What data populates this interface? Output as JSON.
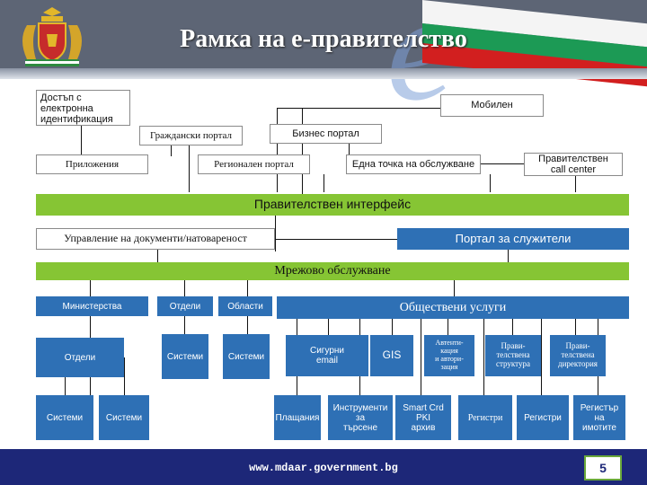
{
  "header": {
    "title": "Рамка на е-правителство",
    "flag_colors": [
      "#f4f4f4",
      "#1c9a55",
      "#d21f1f"
    ],
    "logo_letter": "e"
  },
  "diagram": {
    "access_id": "Достъп с\nелектронна\nидентификация",
    "mobile": "Мобилен",
    "citizen_portal": "Граждански портал",
    "business_portal": "Бизнес портал",
    "applications": "Приложения",
    "regional_portal": "Регионален портал",
    "one_stop": "Една точка на обслужване",
    "gov_call_center": "Правителствен\ncall center",
    "gov_interface": "Правителствен интерфейс",
    "doc_management": "Управление на документи/натовареност",
    "employee_portal": "Портал за служители",
    "network_service": "Мрежово обслужване",
    "ministries": "Министерства",
    "departments_1": "Отдели",
    "regions": "Области",
    "public_services": "Обществени услуги",
    "systems_1": "Системи",
    "systems_2": "Системи",
    "departments_2": "Отдели",
    "secure_email": "Сигурни\nemail",
    "gis": "GIS",
    "auth": "Автенти-\nкация\nи автори-\nзация",
    "gov_structure": "Прави-\nтелствена\nструктура",
    "gov_directory": "Прави-\nтелствена\nдиректория",
    "systems_3": "Системи",
    "systems_4": "Системи",
    "payments": "Плащания",
    "search_tools": "Инструменти\nза\nтърсене",
    "smartcard": "Smart Crd\nPKI\nархив",
    "registers_1": "Регистри",
    "registers_2": "Регистри",
    "property_register": "Регистър\nна\nимотите"
  },
  "footer": {
    "url": "www.mdaar.government.bg",
    "page_number": "5"
  }
}
